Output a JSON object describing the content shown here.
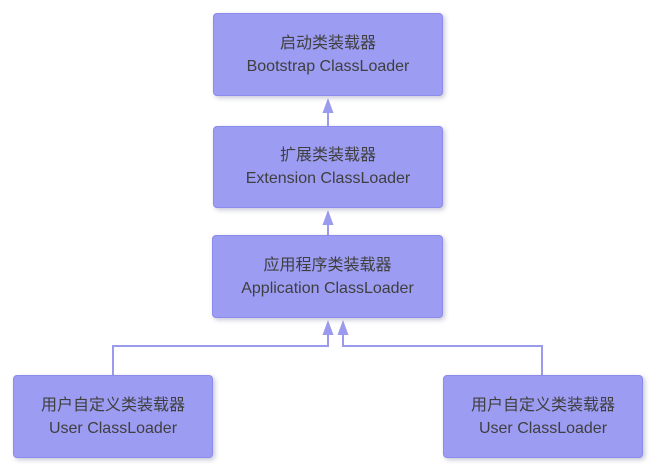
{
  "diagram": {
    "type": "flowchart",
    "subject": "Java ClassLoader delegation hierarchy",
    "nodes": [
      {
        "id": "bootstrap",
        "label_zh": "启动类装载器",
        "label_en": "Bootstrap ClassLoader"
      },
      {
        "id": "extension",
        "label_zh": "扩展类装载器",
        "label_en": "Extension ClassLoader"
      },
      {
        "id": "application",
        "label_zh": "应用程序类装载器",
        "label_en": "Application ClassLoader"
      },
      {
        "id": "user_left",
        "label_zh": "用户自定义类装载器",
        "label_en": "User ClassLoader"
      },
      {
        "id": "user_right",
        "label_zh": "用户自定义类装载器",
        "label_en": "User ClassLoader"
      }
    ],
    "edges": [
      {
        "from": "extension",
        "to": "bootstrap",
        "arrow": "up"
      },
      {
        "from": "application",
        "to": "extension",
        "arrow": "up"
      },
      {
        "from": "user_left",
        "to": "application",
        "arrow": "up"
      },
      {
        "from": "user_right",
        "to": "application",
        "arrow": "up"
      }
    ],
    "colors": {
      "node_fill": "#9c9cf2",
      "node_border": "#8b8bec",
      "connector": "#9a9aee",
      "text": "#3f3f3f",
      "background": "#ffffff"
    }
  }
}
